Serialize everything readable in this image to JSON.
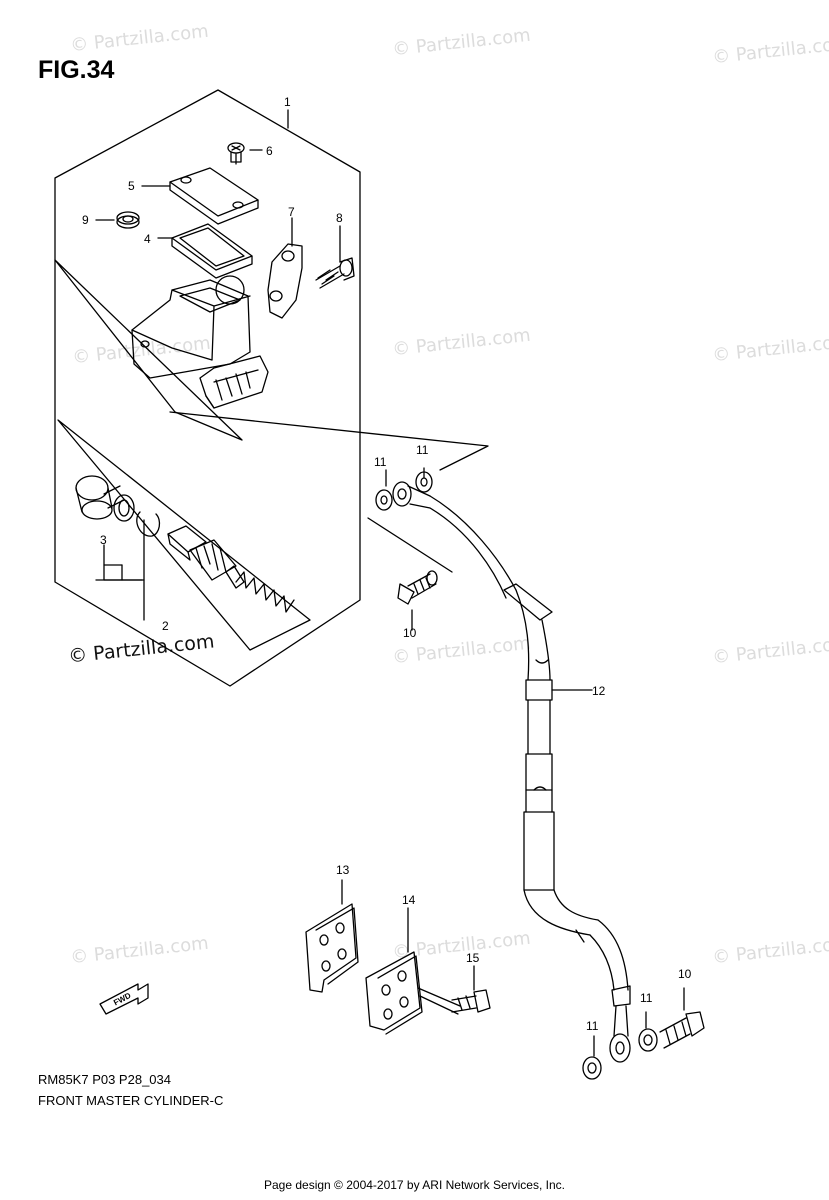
{
  "figure": {
    "title": "FIG.34"
  },
  "footer": {
    "code": "RM85K7 P03 P28_034",
    "caption": "FRONT MASTER CYLINDER-C",
    "credit": "Page design © 2004-2017 by ARI Network Services, Inc."
  },
  "watermark": {
    "text": "© Partzilla.com"
  },
  "callouts": [
    "1",
    "2",
    "3",
    "4",
    "5",
    "6",
    "7",
    "8",
    "9",
    "10",
    "10",
    "11",
    "11",
    "11",
    "11",
    "12",
    "13",
    "14",
    "15"
  ],
  "fwd": "FWD",
  "colors": {
    "line": "#000000",
    "watermark": "#dcdcdc"
  }
}
